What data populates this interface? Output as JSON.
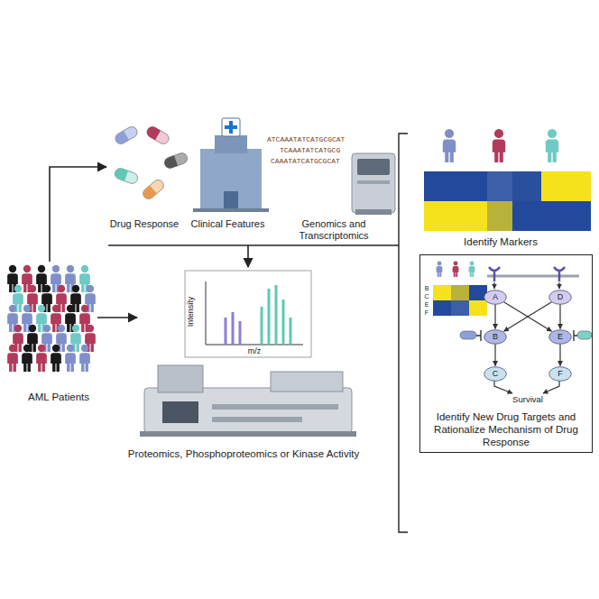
{
  "diagram": {
    "nodes": [
      {
        "text": [
          "Identify New Drug Targets and Rationalize Mechanism of Drug Response"
        ]
      },
      {
        "text": [
          "A"
        ],
        "in": 0
      },
      {
        "text": [
          "D"
        ],
        "in": 0
      },
      {
        "text": [
          "B"
        ],
        "in": 0
      },
      {
        "text": [
          "E"
        ],
        "in": 0
      },
      {
        "text": [
          "C"
        ],
        "in": 0
      },
      {
        "text": [
          "F"
        ],
        "in": 0
      }
    ],
    "edges": [
      {
        "from": 1,
        "to": 3,
        "arrow": "to"
      },
      {
        "from": 1,
        "to": 4,
        "arrow": "to"
      },
      {
        "from": 2,
        "to": 3,
        "arrow": "to"
      },
      {
        "from": 2,
        "to": 4,
        "arrow": "to"
      },
      {
        "from": 3,
        "to": 5,
        "arrow": "to"
      },
      {
        "from": 4,
        "to": 6,
        "arrow": "to"
      }
    ],
    "labels": [
      "AML Patients",
      "Drug Response",
      "Clinical Features",
      "Genomics and Transcriptomics",
      "ATCAAATATCATGCGCAT",
      "TCAAATATCATGCG",
      "CAAATATCATGCGCAT",
      "Intensity",
      "m/z",
      "Proteomics, Phosphoproteomics or Kinase Activity",
      "Identify Markers",
      "B",
      "C",
      "E",
      "F",
      "Survival"
    ]
  }
}
